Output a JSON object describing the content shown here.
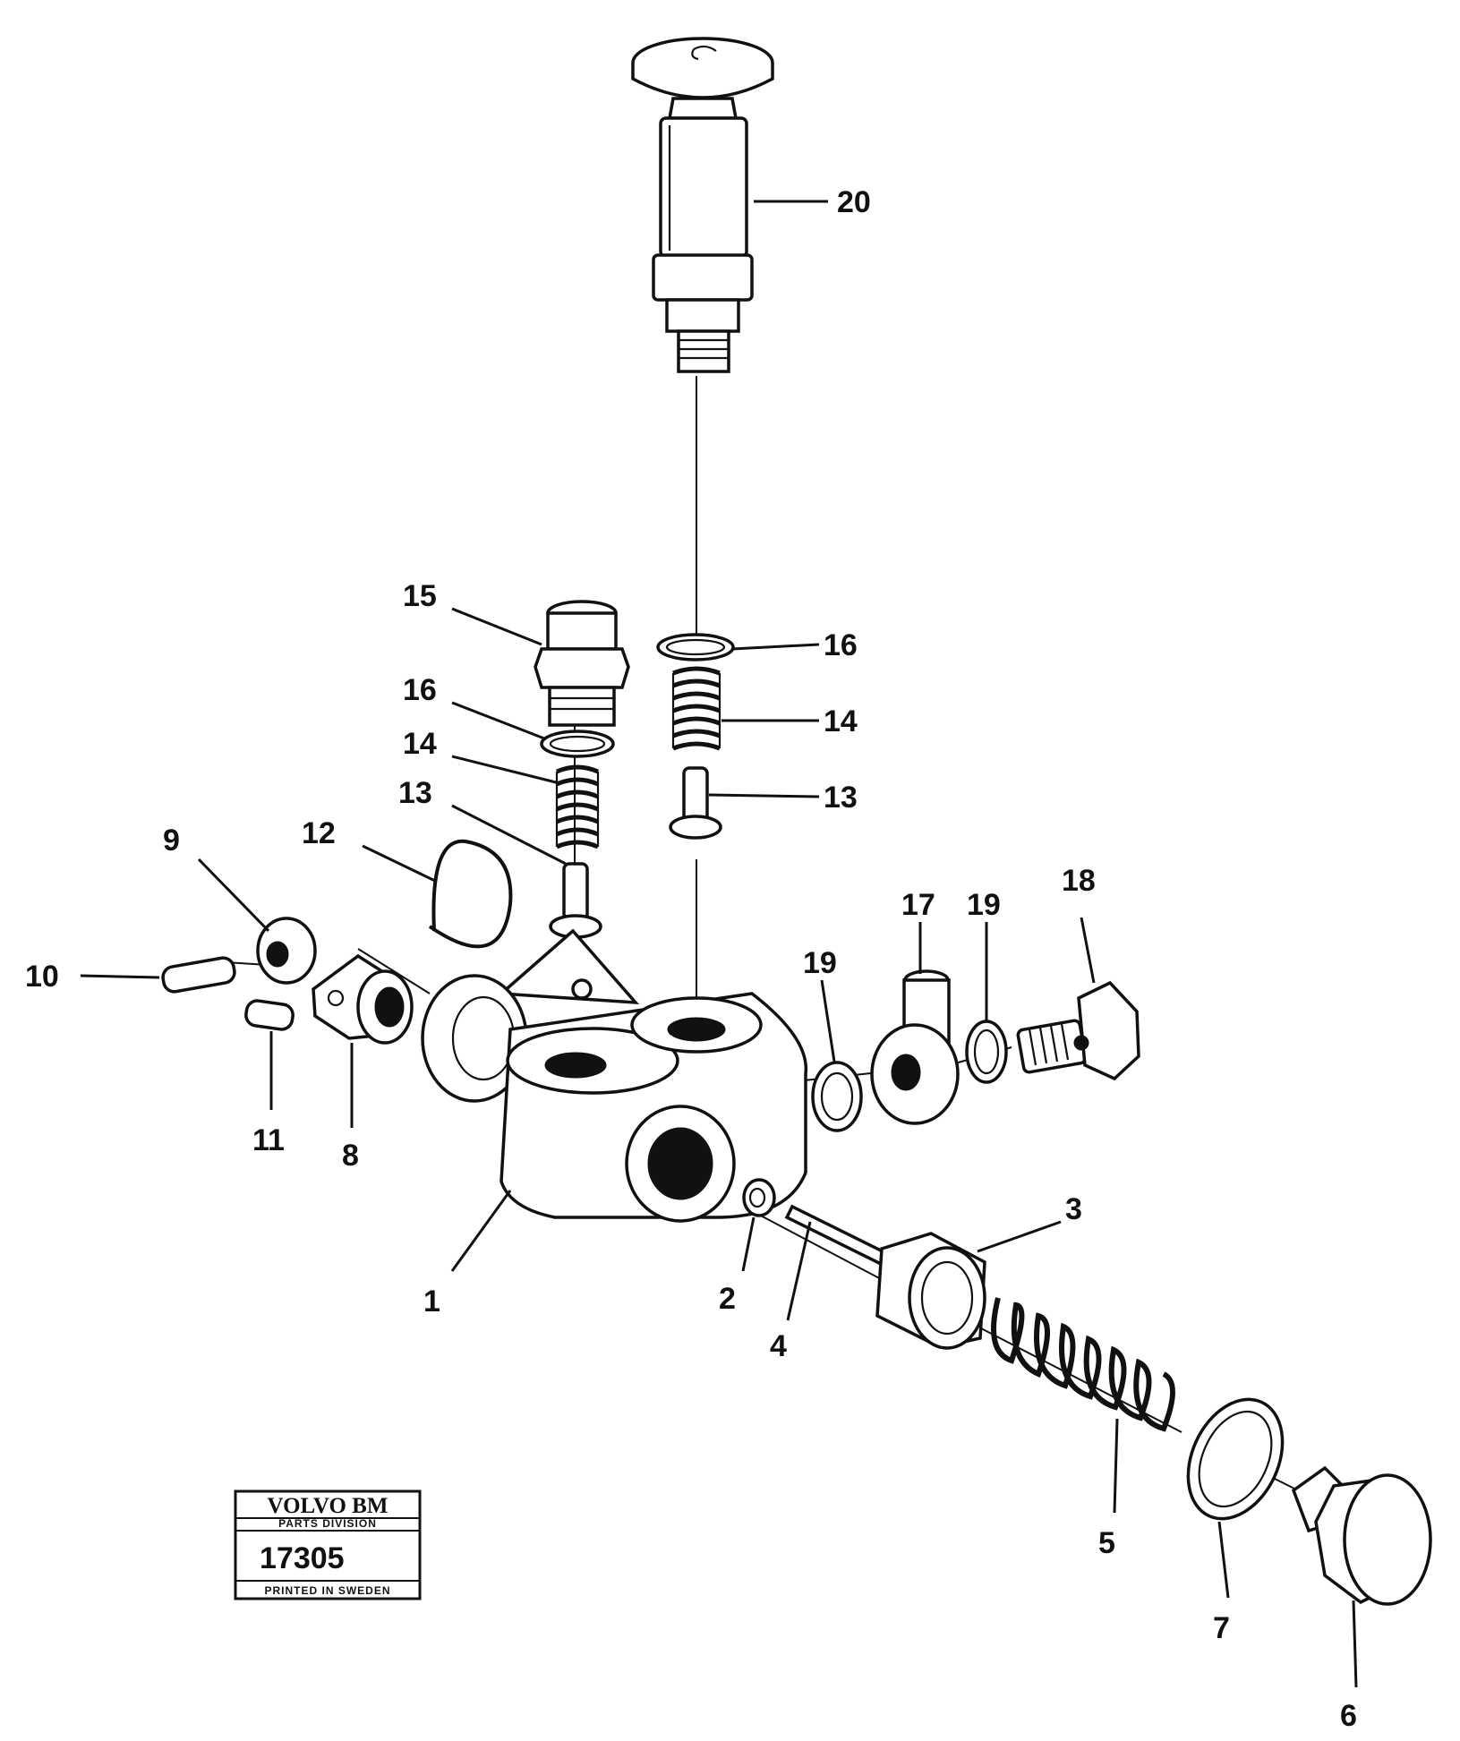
{
  "callouts": [
    {
      "id": "1",
      "text": "1"
    },
    {
      "id": "2",
      "text": "2"
    },
    {
      "id": "3",
      "text": "3"
    },
    {
      "id": "4",
      "text": "4"
    },
    {
      "id": "5",
      "text": "5"
    },
    {
      "id": "6",
      "text": "6"
    },
    {
      "id": "7",
      "text": "7"
    },
    {
      "id": "8",
      "text": "8"
    },
    {
      "id": "9",
      "text": "9"
    },
    {
      "id": "10",
      "text": "10"
    },
    {
      "id": "11",
      "text": "11"
    },
    {
      "id": "12",
      "text": "12"
    },
    {
      "id": "13a",
      "text": "13"
    },
    {
      "id": "13b",
      "text": "13"
    },
    {
      "id": "14a",
      "text": "14"
    },
    {
      "id": "14b",
      "text": "14"
    },
    {
      "id": "15",
      "text": "15"
    },
    {
      "id": "16a",
      "text": "16"
    },
    {
      "id": "16b",
      "text": "16"
    },
    {
      "id": "17",
      "text": "17"
    },
    {
      "id": "18",
      "text": "18"
    },
    {
      "id": "19a",
      "text": "19"
    },
    {
      "id": "19b",
      "text": "19"
    },
    {
      "id": "20",
      "text": "20"
    }
  ],
  "plate": {
    "brand": "VOLVO BM",
    "division": "PARTS DIVISION",
    "number": "17305",
    "printed": "PRINTED IN SWEDEN"
  }
}
